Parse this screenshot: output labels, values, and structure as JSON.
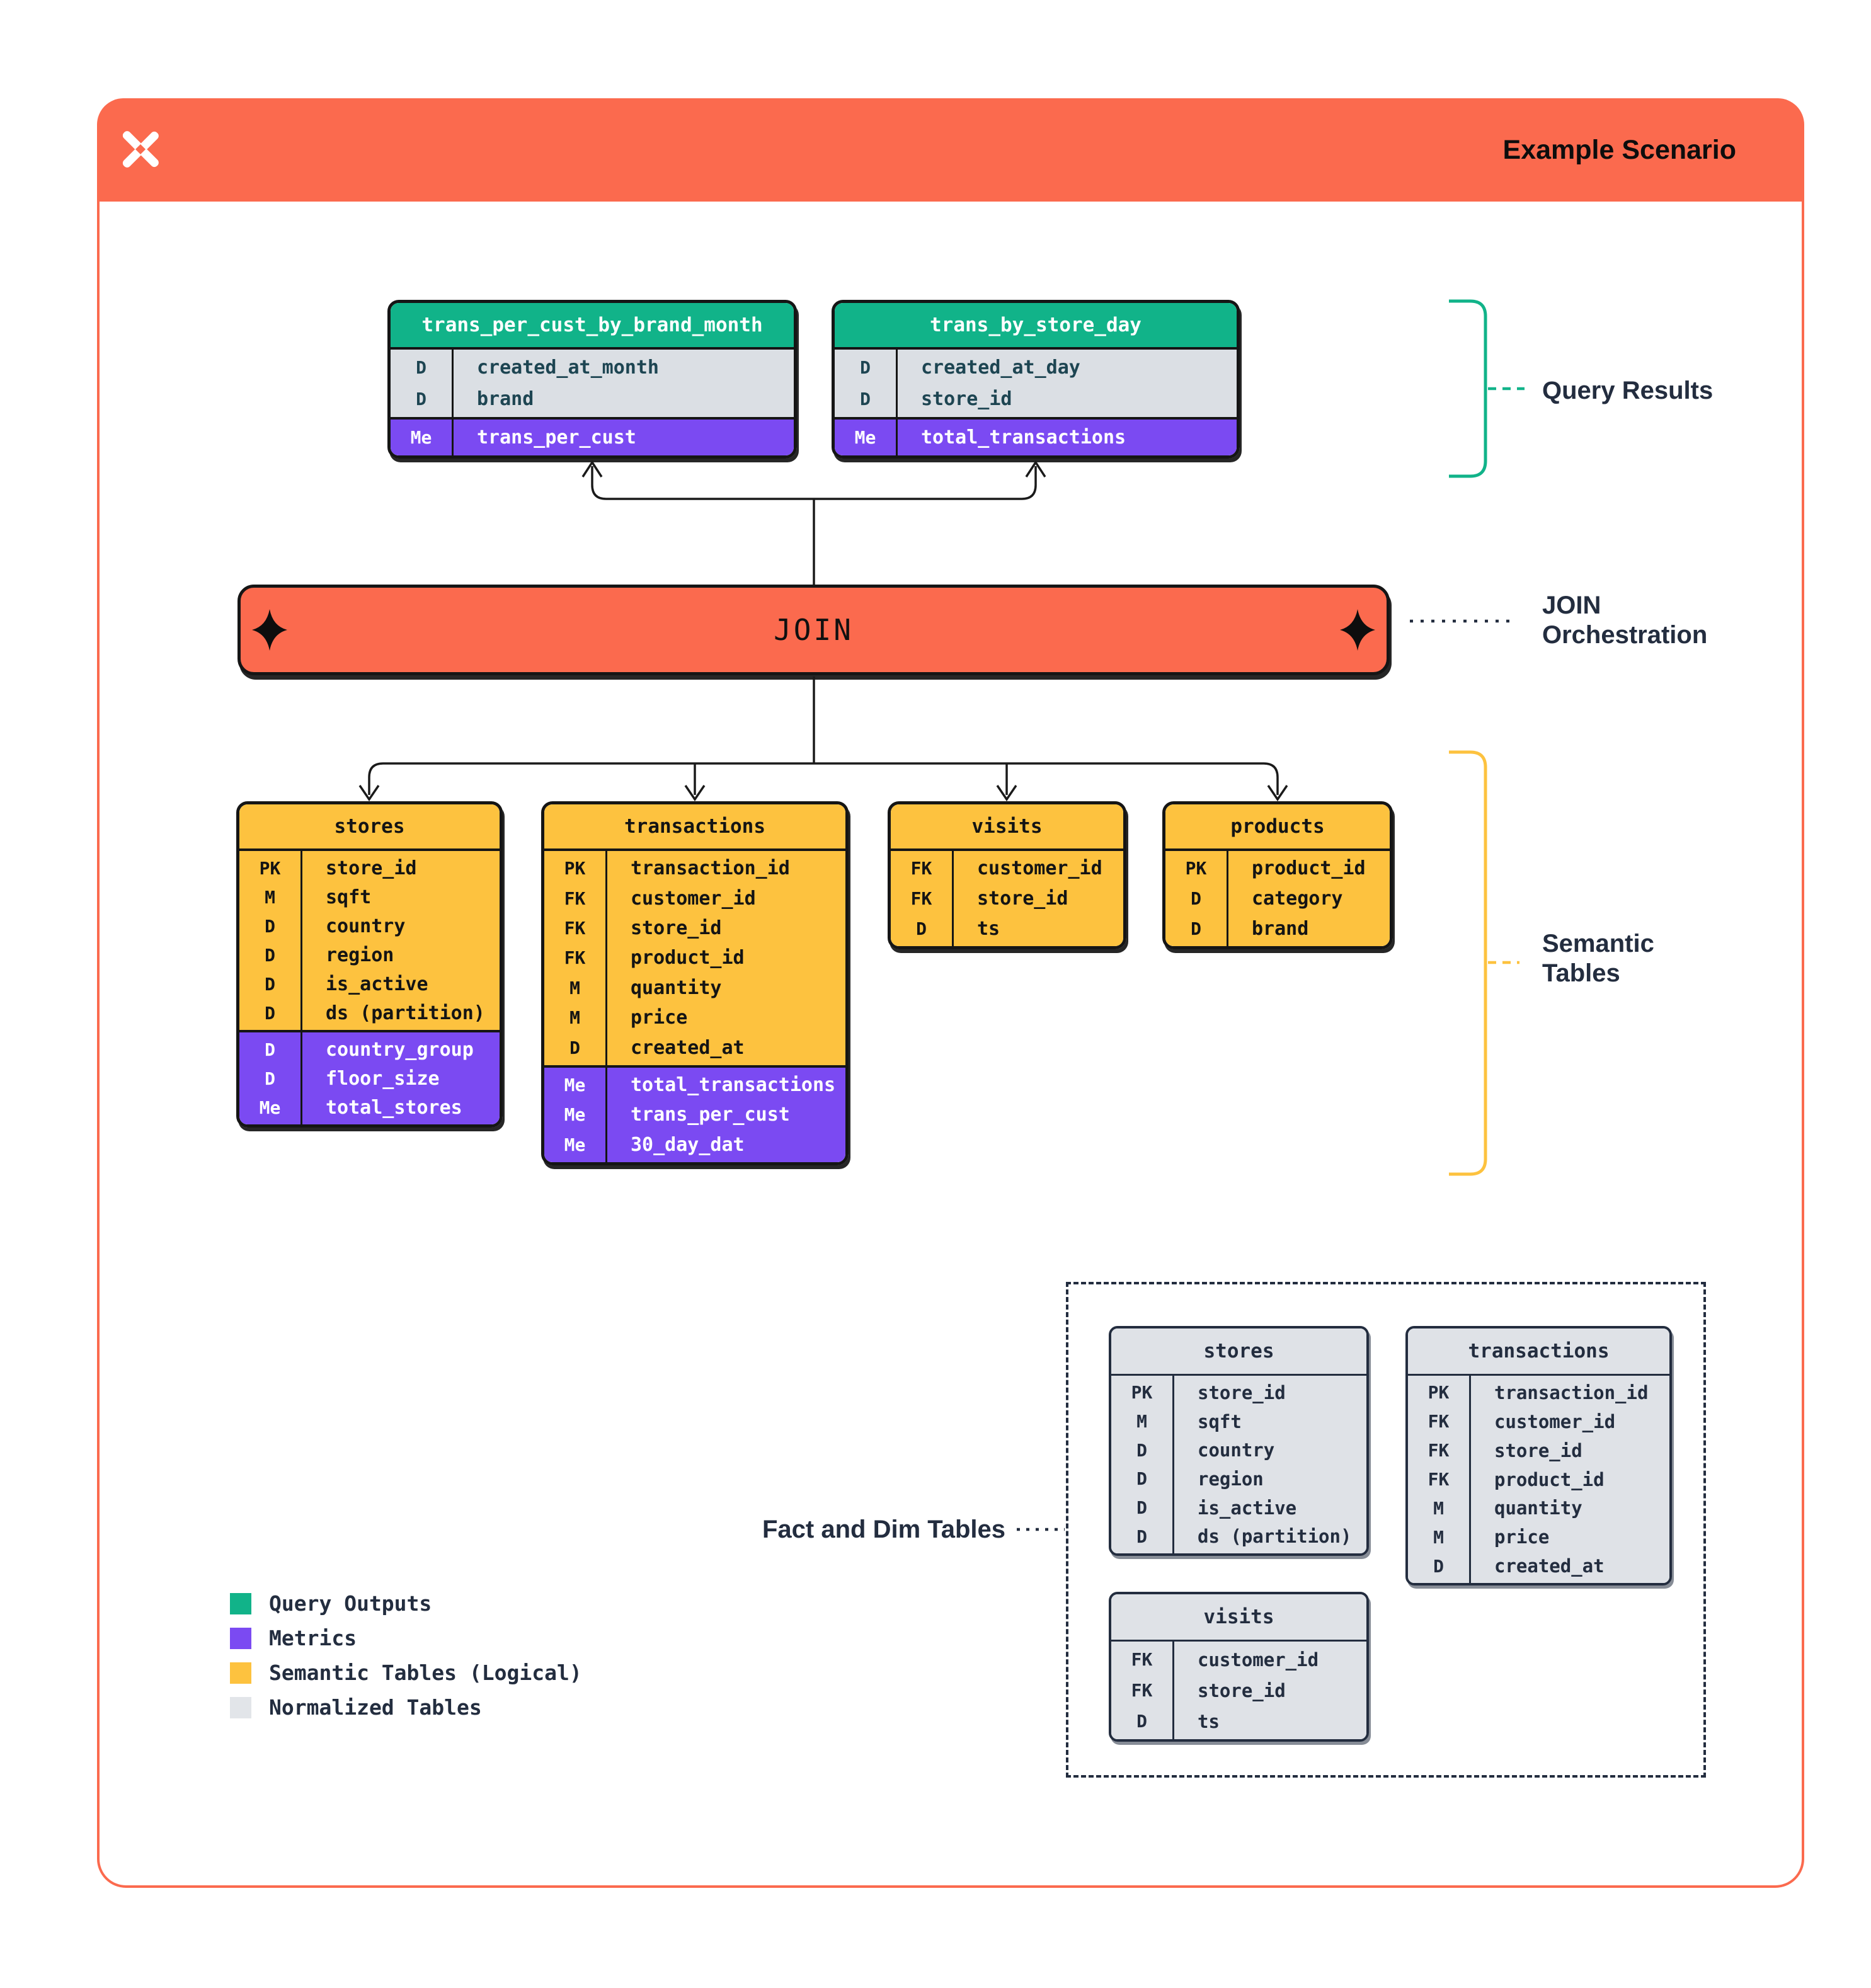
{
  "header": {
    "title": "Example Scenario",
    "logo": "pinwheel-x-icon"
  },
  "join": {
    "label": "JOIN"
  },
  "annotations": {
    "query_results": "Query Results",
    "join_orchestration": "JOIN\nOrchestration",
    "semantic_tables": "Semantic\nTables",
    "fact_dim": "Fact and Dim Tables"
  },
  "query_results_tables": [
    {
      "name": "trans_per_cust_by_brand_month",
      "rows": [
        [
          "D",
          "created_at_month"
        ],
        [
          "D",
          "brand"
        ]
      ],
      "metric_rows": [
        [
          "Me",
          "trans_per_cust"
        ]
      ]
    },
    {
      "name": "trans_by_store_day",
      "rows": [
        [
          "D",
          "created_at_day"
        ],
        [
          "D",
          "store_id"
        ]
      ],
      "metric_rows": [
        [
          "Me",
          "total_transactions"
        ]
      ]
    }
  ],
  "semantic_tables": [
    {
      "name": "stores",
      "rows": [
        [
          "PK",
          "store_id"
        ],
        [
          "M",
          "sqft"
        ],
        [
          "D",
          "country"
        ],
        [
          "D",
          "region"
        ],
        [
          "D",
          "is_active"
        ],
        [
          "D",
          "ds (partition)"
        ]
      ],
      "metric_rows": [
        [
          "D",
          "country_group"
        ],
        [
          "D",
          "floor_size"
        ],
        [
          "Me",
          "total_stores"
        ]
      ]
    },
    {
      "name": "transactions",
      "rows": [
        [
          "PK",
          "transaction_id"
        ],
        [
          "FK",
          "customer_id"
        ],
        [
          "FK",
          "store_id"
        ],
        [
          "FK",
          "product_id"
        ],
        [
          "M",
          "quantity"
        ],
        [
          "M",
          "price"
        ],
        [
          "D",
          "created_at"
        ]
      ],
      "metric_rows": [
        [
          "Me",
          "total_transactions"
        ],
        [
          "Me",
          "trans_per_cust"
        ],
        [
          "Me",
          "30_day_dat"
        ]
      ]
    },
    {
      "name": "visits",
      "rows": [
        [
          "FK",
          "customer_id"
        ],
        [
          "FK",
          "store_id"
        ],
        [
          "D",
          "ts"
        ]
      ],
      "metric_rows": []
    },
    {
      "name": "products",
      "rows": [
        [
          "PK",
          "product_id"
        ],
        [
          "D",
          "category"
        ],
        [
          "D",
          "brand"
        ]
      ],
      "metric_rows": []
    }
  ],
  "normalized_tables": [
    {
      "name": "stores",
      "rows": [
        [
          "PK",
          "store_id"
        ],
        [
          "M",
          "sqft"
        ],
        [
          "D",
          "country"
        ],
        [
          "D",
          "region"
        ],
        [
          "D",
          "is_active"
        ],
        [
          "D",
          "ds (partition)"
        ]
      ]
    },
    {
      "name": "transactions",
      "rows": [
        [
          "PK",
          "transaction_id"
        ],
        [
          "FK",
          "customer_id"
        ],
        [
          "FK",
          "store_id"
        ],
        [
          "FK",
          "product_id"
        ],
        [
          "M",
          "quantity"
        ],
        [
          "M",
          "price"
        ],
        [
          "D",
          "created_at"
        ]
      ]
    },
    {
      "name": "visits",
      "rows": [
        [
          "FK",
          "customer_id"
        ],
        [
          "FK",
          "store_id"
        ],
        [
          "D",
          "ts"
        ]
      ]
    }
  ],
  "legend": [
    {
      "color": "#11B389",
      "label": "Query Outputs"
    },
    {
      "color": "#7B4AF2",
      "label": "Metrics"
    },
    {
      "color": "#FDC23F",
      "label": "Semantic Tables (Logical)"
    },
    {
      "color": "#E2E5E9",
      "label": "Normalized Tables"
    }
  ],
  "colors": {
    "accent_orange": "#FB6A4E",
    "query_output_green": "#11B389",
    "metric_purple": "#7B4AF2",
    "semantic_yellow": "#FDC23F",
    "normalized_gray": "#DFE2E7",
    "ink": "#232D3F",
    "line_black": "#1A1A1A"
  }
}
